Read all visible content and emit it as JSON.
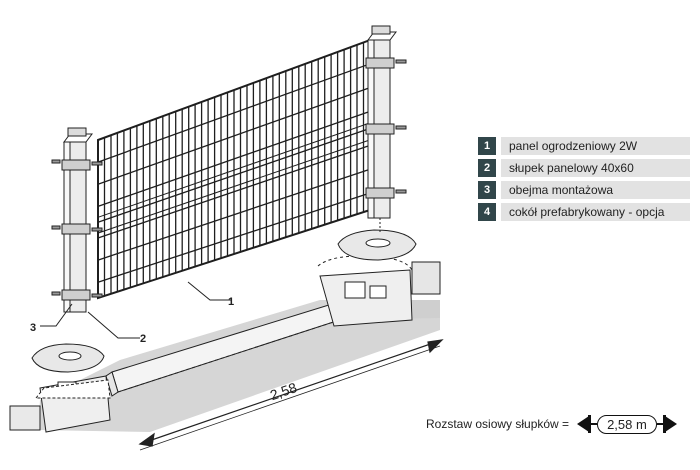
{
  "legend": [
    {
      "num": "1",
      "text": "panel ogrodzeniowy 2W"
    },
    {
      "num": "2",
      "text": "słupek panelowy 40x60"
    },
    {
      "num": "3",
      "text": "obejma montażowa"
    },
    {
      "num": "4",
      "text": "cokół prefabrykowany - opcja"
    }
  ],
  "callouts": {
    "panel": "1",
    "post": "2",
    "clamp": "3"
  },
  "dimension": {
    "value": "2,58"
  },
  "spacing": {
    "label": "Rozstaw osiowy słupków =",
    "value": "2,58 m"
  },
  "colors": {
    "badge": "#31464a",
    "legend_bg": "#e2e2e2",
    "ground": "#d4d4d4",
    "line": "#222222"
  }
}
